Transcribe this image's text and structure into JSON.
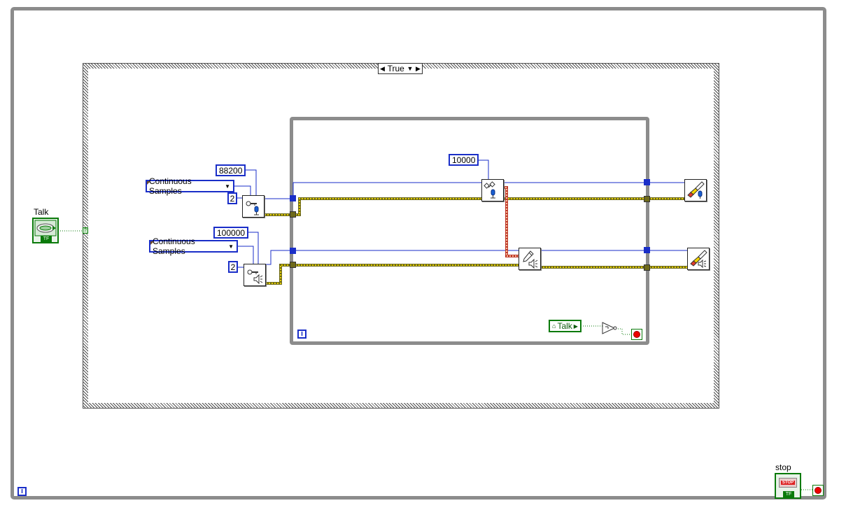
{
  "case_structure": {
    "selector_value": "True"
  },
  "talk_control": {
    "label": "Talk",
    "terminal_text": "TF"
  },
  "stop_control": {
    "label": "stop",
    "button_text": "STOP",
    "terminal_text": "TF"
  },
  "talk_local_variable": {
    "label": "Talk"
  },
  "constants": {
    "input_rate": "88200",
    "input_mode": "Continuous Samples",
    "input_channels": "2",
    "output_rate": "100000",
    "output_mode": "Continuous Samples",
    "output_channels": "2",
    "read_samples": "10000"
  },
  "iteration_terminal": "i",
  "icons": {
    "input_config": "microphone-configure-icon",
    "output_config": "speaker-configure-icon",
    "sound_read": "microphone-read-icon",
    "sound_write": "speaker-write-icon",
    "clear_input": "microphone-clear-icon",
    "clear_output": "speaker-clear-icon",
    "not": "not-function-icon",
    "stop_condition": "stop-condition-icon"
  },
  "colors": {
    "numeric_wire": "#1a2ec8",
    "task_wire": "#6e6a1a",
    "error_wire_yellow": "#e6d000",
    "boolean_wire": "#0a7a0a",
    "loop_border": "#8c8c8c",
    "stop_red": "#e00000"
  }
}
